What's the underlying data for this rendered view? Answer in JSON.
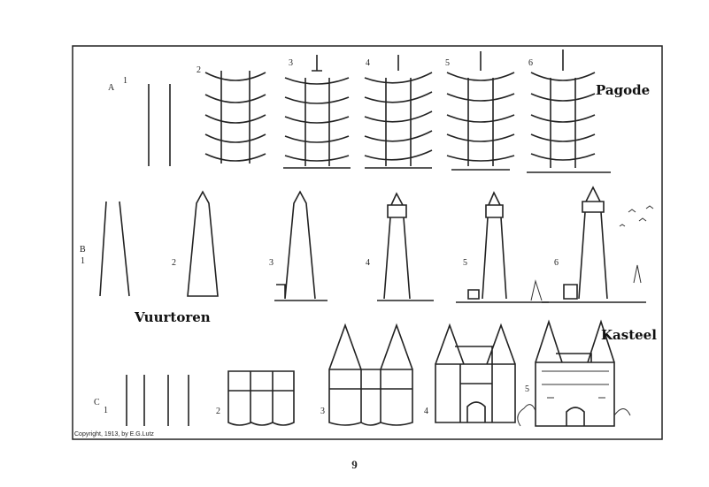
{
  "labels": {
    "pagode": "Pagode",
    "vuurtoren": "Vuurtoren",
    "kasteel": "Kasteel"
  },
  "rows": {
    "a": "A",
    "b": "B",
    "c": "C"
  },
  "steps": [
    "1",
    "2",
    "3",
    "4",
    "5",
    "6"
  ],
  "copyright": "Copyright, 1913, by E.G.Lutz",
  "page_number": "9"
}
